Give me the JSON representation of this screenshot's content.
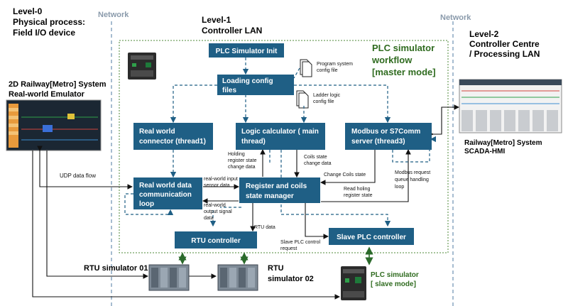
{
  "levels": {
    "level0": [
      "Level-0",
      "Physical process:",
      "Field I/O device"
    ],
    "level1": [
      "Level-1",
      "Controller LAN"
    ],
    "level2": [
      "Level-2",
      "Controller Centre",
      "/ Processing LAN"
    ]
  },
  "network_label": "Network",
  "workflow_title": [
    "PLC simulator",
    "workflow",
    "[master mode]"
  ],
  "emulator_label": [
    "2D Railway[Metro] System",
    "Real-world Emulator"
  ],
  "scada_label": [
    "Railway[Metro] System",
    "SCADA-HMI"
  ],
  "boxes": {
    "init": "PLC Simulator  Init",
    "loading": [
      "Loading config",
      "files"
    ],
    "realworld": [
      "Real world",
      "connector (thread1)"
    ],
    "logic": [
      "Logic calculator ( main",
      "thread)"
    ],
    "modbus": [
      "Modbus or S7Comm",
      "server (thread3)"
    ],
    "comm": [
      "Real world data",
      "communication",
      "loop"
    ],
    "register": [
      "Register and coils",
      "state manager"
    ],
    "rtu": "RTU controller",
    "slave": "Slave PLC controller"
  },
  "files": {
    "program": [
      "Program system",
      "config file"
    ],
    "ladder": [
      "Ladder logic",
      "config file"
    ]
  },
  "annotations": {
    "udp": "UDP data flow",
    "holding": [
      "Holding",
      "register state",
      "change data"
    ],
    "coils_change": [
      "Coils state",
      "change data"
    ],
    "rw_input": [
      "real-world input",
      "sensor  data"
    ],
    "rw_output": [
      "real-world",
      "output signal",
      "data"
    ],
    "rtu_data": "RTU data",
    "change_coils": "Change Coils state",
    "modbus_req": [
      "Modbus request",
      "queue handling",
      "loop"
    ],
    "read_holding": [
      "Read holing",
      "register state"
    ],
    "slave_req": [
      "Slave PLC control",
      "request"
    ]
  },
  "rtu_sim_01": "RTU simulator 01",
  "rtu_sim_02": [
    "RTU",
    "simulator 02"
  ],
  "plc_slave": [
    "PLC simulator",
    "[ slave  mode]"
  ]
}
